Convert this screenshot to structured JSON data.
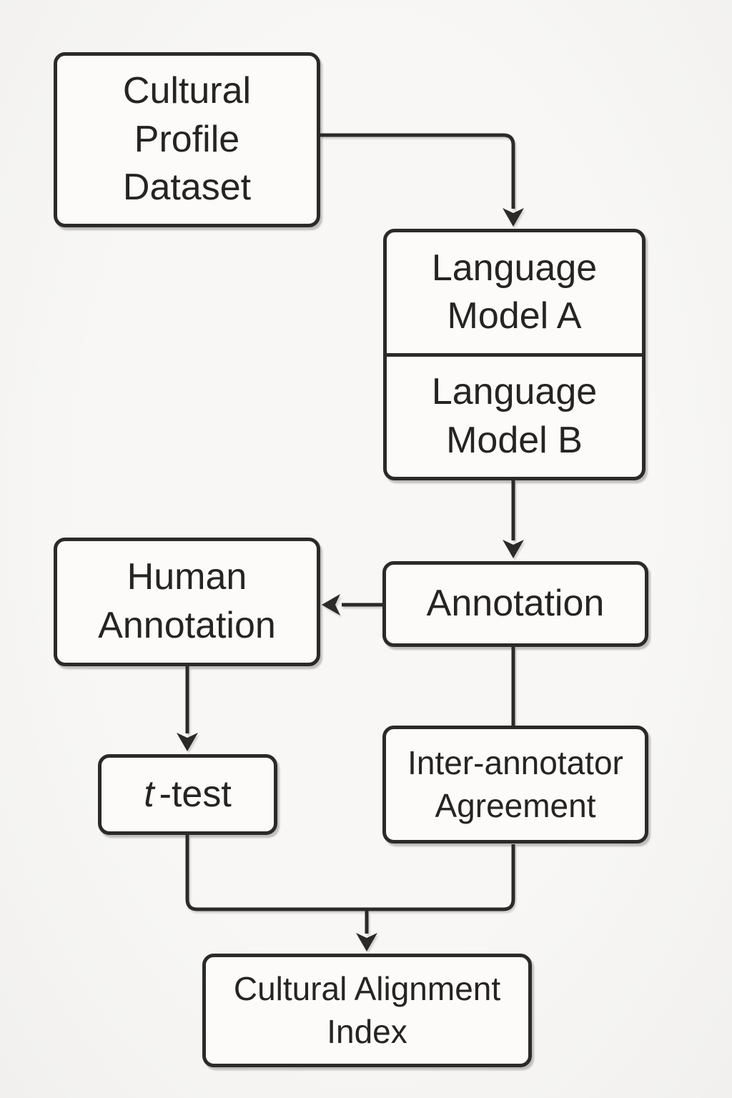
{
  "diagram": {
    "title": "Cultural alignment evaluation flowchart",
    "colors": {
      "background": "#f6f5f3",
      "node_fill": "#fcfbfa",
      "line": "#2c2a28",
      "text": "#252422"
    },
    "nodes": {
      "cultural_profile_dataset": {
        "lines": [
          "Cultural",
          "Profile",
          "Dataset"
        ]
      },
      "language_model_a": {
        "lines": [
          "Language",
          "Model A"
        ]
      },
      "language_model_b": {
        "lines": [
          "Language",
          "Model B"
        ]
      },
      "annotation": {
        "label": "Annotation"
      },
      "human_annotation": {
        "lines": [
          "Human",
          "Annotation"
        ]
      },
      "t_test": {
        "italic_prefix": "t",
        "suffix": "-test"
      },
      "inter_annotator_agreement": {
        "lines": [
          "Inter-annotator",
          "Agreement"
        ]
      },
      "cultural_alignment_index": {
        "lines": [
          "Cultural Alignment",
          "Index"
        ]
      }
    },
    "edges": [
      {
        "from": "Cultural Profile Dataset",
        "to": "Language Model A/B",
        "arrowhead": true
      },
      {
        "from": "Language Model A/B",
        "to": "Annotation",
        "arrowhead": true
      },
      {
        "from": "Annotation",
        "to": "Human Annotation",
        "arrowhead": true
      },
      {
        "from": "Human Annotation",
        "to": "t-test",
        "arrowhead": true
      },
      {
        "from": "Annotation",
        "to": "Inter-annotator Agreement",
        "arrowhead": false
      },
      {
        "from": "t-test",
        "to": "Cultural Alignment Index",
        "arrowhead": true
      },
      {
        "from": "Inter-annotator Agreement",
        "to": "Cultural Alignment Index",
        "arrowhead": true
      }
    ]
  }
}
